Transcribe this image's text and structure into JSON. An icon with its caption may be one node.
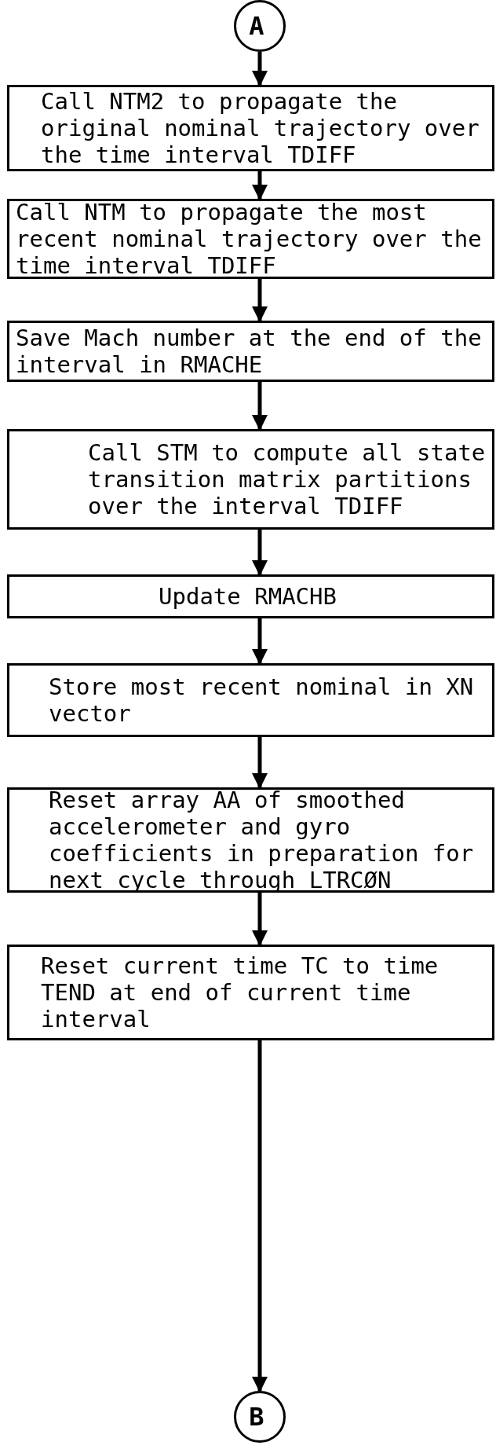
{
  "diagram": {
    "nodes": [
      {
        "text": [
          "A"
        ]
      },
      {
        "text": [
          "Call NTM2 to propagate the original nominal trajectory over the time interval TDIFF"
        ]
      },
      {
        "text": [
          "Call NTM to propagate the most recent nominal trajectory over the time interval TDIFF"
        ]
      },
      {
        "text": [
          "Save Mach number at the end of the interval in RMACHE"
        ]
      },
      {
        "text": [
          "Call STM to compute all state transition matrix partitions over the interval TDIFF"
        ]
      },
      {
        "text": [
          "Update RMACHB"
        ]
      },
      {
        "text": [
          "Store most recent nominal in XN vector"
        ]
      },
      {
        "text": [
          "Reset array AA of smoothed accelerometer and gyro coefficients in preparation for next cycle through LTRCØN"
        ]
      },
      {
        "text": [
          "Reset current time TC to time TEND at end of current time interval"
        ]
      },
      {
        "text": [
          "B"
        ]
      }
    ],
    "edges": [
      {
        "from": 0,
        "to": 1,
        "arrow": "to"
      },
      {
        "from": 1,
        "to": 2,
        "arrow": "to"
      },
      {
        "from": 2,
        "to": 3,
        "arrow": "to"
      },
      {
        "from": 3,
        "to": 4,
        "arrow": "to"
      },
      {
        "from": 4,
        "to": 5,
        "arrow": "to"
      },
      {
        "from": 5,
        "to": 6,
        "arrow": "to"
      },
      {
        "from": 6,
        "to": 7,
        "arrow": "to"
      },
      {
        "from": 7,
        "to": 8,
        "arrow": "to"
      },
      {
        "from": 8,
        "to": 9,
        "arrow": "to"
      }
    ]
  }
}
